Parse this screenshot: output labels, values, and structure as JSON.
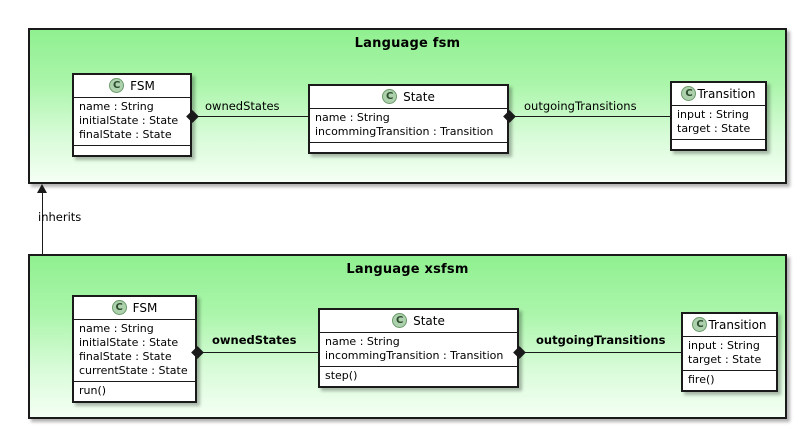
{
  "diagram": {
    "kind": "uml-class-diagram",
    "colors": {
      "package_fill_top": "#90f090",
      "package_fill_bottom": "#f4fff4",
      "border": "#1a1a1a",
      "class_fill": "#ffffff",
      "class_icon_fill": "#add1ad",
      "class_icon_border": "#6a9a6a"
    }
  },
  "packages": [
    {
      "id": "fsm",
      "title": "Language fsm",
      "classes": [
        {
          "id": "fsm-fsm",
          "icon": "class-c-icon",
          "name": "FSM",
          "attributes": [
            "name : String",
            "initialState : State",
            "finalState : State"
          ],
          "operations": []
        },
        {
          "id": "fsm-state",
          "icon": "class-c-icon",
          "name": "State",
          "attributes": [
            "name : String",
            "incommingTransition : Transition"
          ],
          "operations": []
        },
        {
          "id": "fsm-transition",
          "icon": "class-c-icon",
          "name": "Transition",
          "attributes": [
            "input : String",
            "target : State"
          ],
          "operations": []
        }
      ],
      "associations": [
        {
          "id": "fsm-ownedstates",
          "label": "ownedStates",
          "from": "FSM",
          "to": "State",
          "kind": "composition"
        },
        {
          "id": "fsm-outgoingtransitions",
          "label": "outgoingTransitions",
          "from": "State",
          "to": "Transition",
          "kind": "composition"
        }
      ]
    },
    {
      "id": "xsfsm",
      "title": "Language xsfsm",
      "classes": [
        {
          "id": "xsfsm-fsm",
          "icon": "class-c-icon",
          "name": "FSM",
          "attributes": [
            "name : String",
            "initialState : State",
            "finalState : State",
            "currentState : State"
          ],
          "operations": [
            "run()"
          ]
        },
        {
          "id": "xsfsm-state",
          "icon": "class-c-icon",
          "name": "State",
          "attributes": [
            "name : String",
            "incommingTransition : Transition"
          ],
          "operations": [
            "step()"
          ]
        },
        {
          "id": "xsfsm-transition",
          "icon": "class-c-icon",
          "name": "Transition",
          "attributes": [
            "input : String",
            "target : State"
          ],
          "operations": [
            "fire()"
          ]
        }
      ],
      "associations": [
        {
          "id": "xsfsm-ownedstates",
          "label": "ownedStates",
          "from": "FSM",
          "to": "State",
          "kind": "composition"
        },
        {
          "id": "xsfsm-outgoingtransitions",
          "label": "outgoingTransitions",
          "from": "State",
          "to": "Transition",
          "kind": "composition"
        }
      ]
    }
  ],
  "relations": [
    {
      "id": "inherits",
      "label": "inherits",
      "from": "Language xsfsm",
      "to": "Language fsm",
      "kind": "generalization"
    }
  ],
  "icons": {
    "class_letter": "C"
  }
}
